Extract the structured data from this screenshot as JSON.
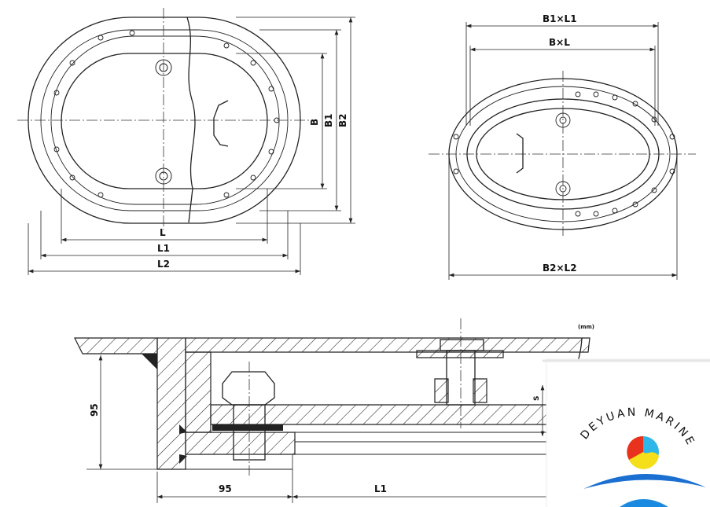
{
  "plan_view": {
    "labels": {
      "L": "L",
      "L1": "L1",
      "L2": "L2",
      "B": "B",
      "B1": "B1",
      "B2": "B2"
    }
  },
  "elliptical_view": {
    "labels": {
      "B1xL1": "B1×L1",
      "BxL": "B×L",
      "B2xL2": "B2×L2"
    }
  },
  "section_view": {
    "unit": "(mm)",
    "labels": {
      "height": "95",
      "width": "95",
      "L1": "L1",
      "S": "S"
    }
  },
  "logo": {
    "text": "DEYUAN MARINE",
    "colors": {
      "red": "#e8321e",
      "cyan": "#2fb6e8",
      "yellow": "#f5de1a",
      "blue": "#1a6fd0"
    }
  }
}
